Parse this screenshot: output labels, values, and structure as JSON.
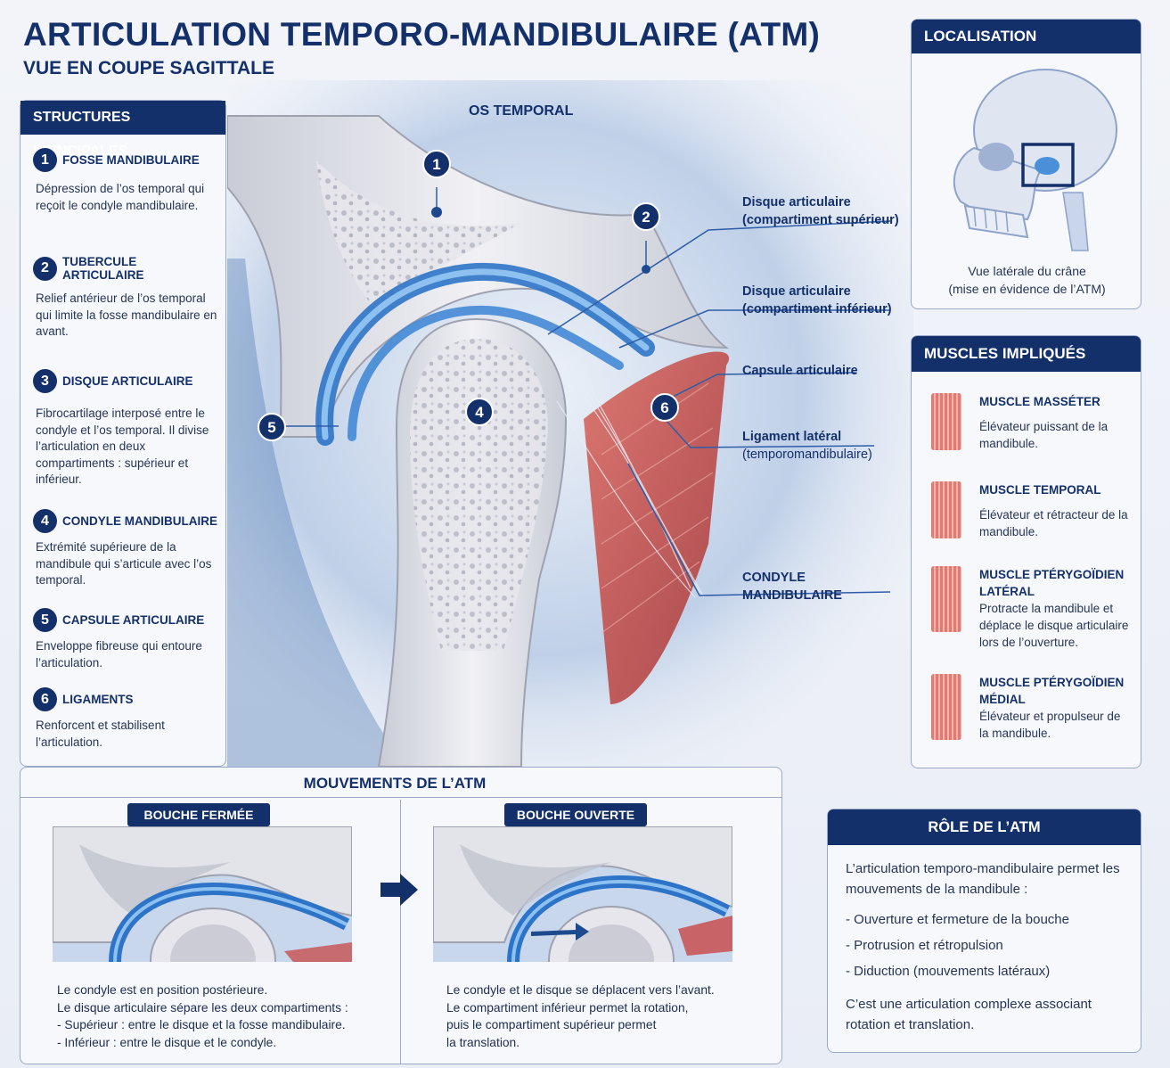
{
  "header": {
    "title": "ARTICULATION TEMPORO-MANDIBULAIRE (ATM)",
    "subtitle": "VUE EN COUPE SAGITTALE"
  },
  "structures": {
    "heading": "STRUCTURES PRINCIPALES",
    "items": [
      {
        "num": "1",
        "name": "FOSSE MANDIBULAIRE",
        "desc": "Dépression de l’os temporal qui reçoit le condyle mandibulaire."
      },
      {
        "num": "2",
        "name": "TUBERCULE ARTICULAIRE",
        "desc": "Relief antérieur de l’os temporal qui limite la fosse mandibulaire en avant."
      },
      {
        "num": "3",
        "name": "DISQUE ARTICULAIRE",
        "desc": "Fibrocartilage interposé entre le condyle et l’os temporal. Il divise l’articulation en deux compartiments : supérieur et inférieur."
      },
      {
        "num": "4",
        "name": "CONDYLE MANDIBULAIRE",
        "desc": "Extrémité supérieure de la mandibule qui s’articule avec l’os temporal."
      },
      {
        "num": "5",
        "name": "CAPSULE ARTICULAIRE",
        "desc": "Enveloppe fibreuse qui entoure l’articulation."
      },
      {
        "num": "6",
        "name": "LIGAMENTS",
        "desc": "Renforcent et stabilisent l’articulation."
      }
    ]
  },
  "diagram": {
    "os_temporal": "OS TEMPORAL",
    "markers": [
      "1",
      "2",
      "4",
      "5",
      "6"
    ],
    "callouts": [
      {
        "line1": "Disque articulaire",
        "line2": "(compartiment supérieur)"
      },
      {
        "line1": "Disque articulaire",
        "line2": "(compartiment inférieur)"
      },
      {
        "line1": "Capsule articulaire",
        "line2": ""
      },
      {
        "line1": "Ligament latéral",
        "line2": "(temporomandibulaire)"
      },
      {
        "line1": "CONDYLE",
        "line2": "MANDIBULAIRE"
      }
    ]
  },
  "localisation": {
    "heading": "LOCALISATION",
    "caption_line1": "Vue latérale du crâne",
    "caption_line2": "(mise en évidence de l’ATM)"
  },
  "muscles": {
    "heading": "MUSCLES IMPLIQUÉS",
    "items": [
      {
        "name": "MUSCLE MASSÉTER",
        "desc": "Élévateur puissant de la mandibule."
      },
      {
        "name": "MUSCLE TEMPORAL",
        "desc": "Élévateur et rétracteur de la mandibule."
      },
      {
        "name": "MUSCLE PTÉRYGOÏDIEN LATÉRAL",
        "desc": "Protracte la mandibule et déplace le disque articulaire lors de l’ouverture."
      },
      {
        "name": "MUSCLE PTÉRYGOÏDIEN MÉDIAL",
        "desc": "Élévateur et propulseur de la mandibule."
      }
    ]
  },
  "movements": {
    "heading": "MOUVEMENTS DE L’ATM",
    "closed": {
      "label": "BOUCHE FERMÉE",
      "text": "Le condyle est en position postérieure.\nLe disque articulaire sépare les deux compartiments :\n- Supérieur : entre le disque et la fosse mandibulaire.\n- Inférieur : entre le disque et le condyle."
    },
    "open": {
      "label": "BOUCHE OUVERTE",
      "text": "Le condyle et le disque se déplacent vers l’avant.\nLe compartiment inférieur permet la rotation,\npuis le compartiment supérieur permet\nla translation."
    }
  },
  "role": {
    "heading": "RÔLE DE L’ATM",
    "intro": "L’articulation temporo-mandibulaire permet les mouvements de la mandibule :",
    "bullets": [
      "- Ouverture et fermeture de la bouche",
      "- Protrusion et rétropulsion",
      "- Diduction (mouvements latéraux)"
    ],
    "conclusion": "C’est une articulation complexe associant rotation et translation."
  },
  "colors": {
    "navy": "#14306b",
    "disc_blue": "#4a90d8",
    "bone": "#e8e8ee",
    "muscle_red": "#c85050"
  }
}
